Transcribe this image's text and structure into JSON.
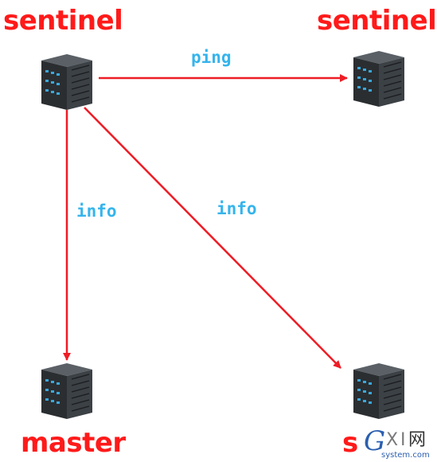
{
  "diagram": {
    "nodes": {
      "sentinel_left": {
        "label": "sentinel",
        "icon": "server-rack-icon"
      },
      "sentinel_right": {
        "label": "sentinel",
        "icon": "server-rack-icon"
      },
      "master": {
        "label": "master",
        "icon": "server-rack-icon"
      },
      "slave": {
        "label": "s",
        "icon": "server-rack-icon"
      }
    },
    "edges": [
      {
        "from": "sentinel_left",
        "to": "sentinel_right",
        "label": "ping"
      },
      {
        "from": "sentinel_left",
        "to": "master",
        "label": "info"
      },
      {
        "from": "sentinel_left",
        "to": "slave",
        "label": "info"
      }
    ],
    "watermark": {
      "letters": "GXI网",
      "domain": "system.com"
    }
  },
  "colors": {
    "node_label": "#ff1a1a",
    "edge_line": "#ee1c25",
    "edge_label": "#35b4ec",
    "server_dark": "#2b2e31",
    "server_light": "#5a6066",
    "server_led": "#39a9dc"
  }
}
